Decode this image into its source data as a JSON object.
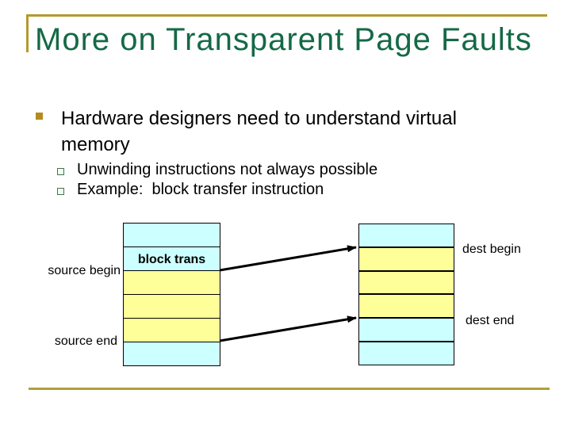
{
  "slide": {
    "title": "More on Transparent Page Faults",
    "bullet": "Hardware designers need to understand virtual memory",
    "sub_bullets": [
      "Unwinding instructions not always possible",
      "Example:  block transfer instruction"
    ]
  },
  "diagram": {
    "source": {
      "begin_label": "source begin",
      "end_label": "source end",
      "block_label": "block trans",
      "rows": [
        "cyan",
        "cyan",
        "yellow",
        "yellow",
        "yellow",
        "cyan"
      ]
    },
    "dest": {
      "begin_label": "dest begin",
      "end_label": "dest end",
      "rows": [
        "cyan",
        "yellow",
        "yellow",
        "yellow",
        "cyan",
        "cyan"
      ]
    }
  },
  "colors": {
    "title_green": "#156946",
    "accent_gold": "#B5992E",
    "bullet_gold": "#B48C1E",
    "sub_bullet_green": "#3E7A46",
    "row_cyan": "#CCFFFF",
    "row_yellow": "#FFFF99",
    "connector_black": "#000000"
  }
}
